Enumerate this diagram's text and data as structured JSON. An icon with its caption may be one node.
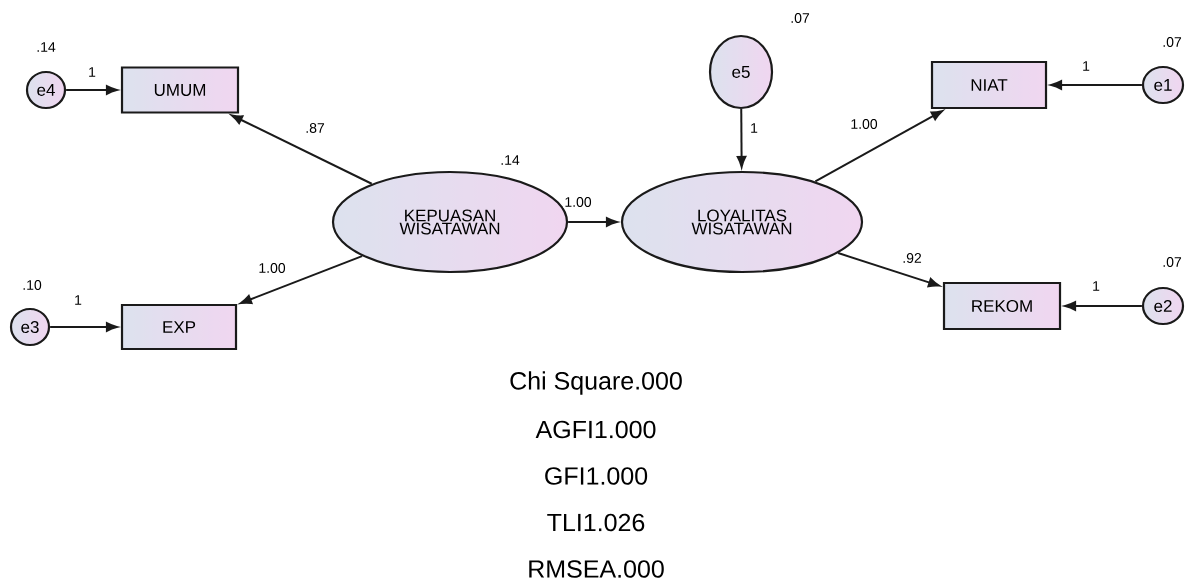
{
  "diagram": {
    "nodes": [
      {
        "text": [
          "e4"
        ],
        "beside": [
          ".14"
        ]
      },
      {
        "text": [
          "UMUM"
        ]
      },
      {
        "text": [
          "KEPUASAN WISATAWAN"
        ],
        "beside": [
          ".14"
        ]
      },
      {
        "text": [
          "e3"
        ],
        "beside": [
          ".10"
        ]
      },
      {
        "text": [
          "EXP"
        ]
      },
      {
        "text": [
          "e5"
        ],
        "beside": [
          ".07"
        ]
      },
      {
        "text": [
          "LOYALITAS WISATAWAN"
        ]
      },
      {
        "text": [
          "NIAT"
        ]
      },
      {
        "text": [
          "e1"
        ],
        "beside": [
          ".07"
        ]
      },
      {
        "text": [
          "REKOM"
        ]
      },
      {
        "text": [
          "e2"
        ],
        "beside": [
          ".07"
        ]
      }
    ],
    "edges": [
      {
        "from": 0,
        "to": 1,
        "arrow": "to",
        "label": "1"
      },
      {
        "from": 2,
        "to": 1,
        "arrow": "to",
        "label": ".87"
      },
      {
        "from": 2,
        "to": 4,
        "arrow": "to",
        "label": "1.00"
      },
      {
        "from": 3,
        "to": 4,
        "arrow": "to",
        "label": "1"
      },
      {
        "from": 2,
        "to": 6,
        "arrow": "to",
        "label": "1.00"
      },
      {
        "from": 5,
        "to": 6,
        "arrow": "to",
        "label": "1"
      },
      {
        "from": 6,
        "to": 7,
        "arrow": "to",
        "label": "1.00"
      },
      {
        "from": 8,
        "to": 7,
        "arrow": "to",
        "label": "1"
      },
      {
        "from": 6,
        "to": 9,
        "arrow": "to",
        "label": ".92"
      },
      {
        "from": 10,
        "to": 9,
        "arrow": "to",
        "label": "1"
      }
    ],
    "labels": [
      "Chi Square.000",
      "AGFI1.000",
      "GFI1.000",
      "TLI1.026",
      "RMSEA.000"
    ]
  }
}
